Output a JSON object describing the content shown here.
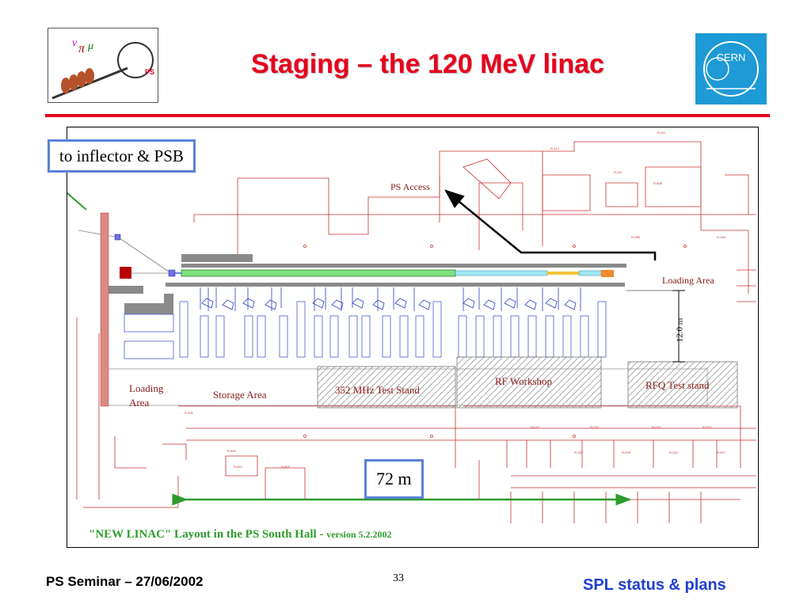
{
  "slide": {
    "title": "Staging – the 120 MeV linac",
    "logos": {
      "ps_logo": {
        "text": "PS"
      },
      "cern_logo": {
        "text": "CERN"
      }
    },
    "colors": {
      "title_red": "#e8001c",
      "footer_blue": "#1f3fd0",
      "callout_border": "#5b82d6",
      "caption_green": "#2e9b2e",
      "plan_red": "#c8322d"
    }
  },
  "diagram": {
    "callouts": {
      "inflector": "to inflector & PSB",
      "length": "72 m"
    },
    "labels": {
      "ps_access": "PS Access",
      "loading_area_right": "Loading Area",
      "dimension_12m": "12.0 m",
      "rf_workshop": "RF Workshop",
      "rfq_test_stand": "RFQ Test stand",
      "test_stand_352": "352 MHz Test Stand",
      "storage_area": "Storage Area",
      "loading_area_left_1": "Loading",
      "loading_area_left_2": "Area"
    },
    "caption": {
      "main": "\"NEW LINAC\" Layout in the PS South Hall - ",
      "version": "version 5.2.2002"
    }
  },
  "footer": {
    "left": "PS Seminar – 27/06/2002",
    "page_number": "33",
    "right": "SPL status & plans"
  }
}
